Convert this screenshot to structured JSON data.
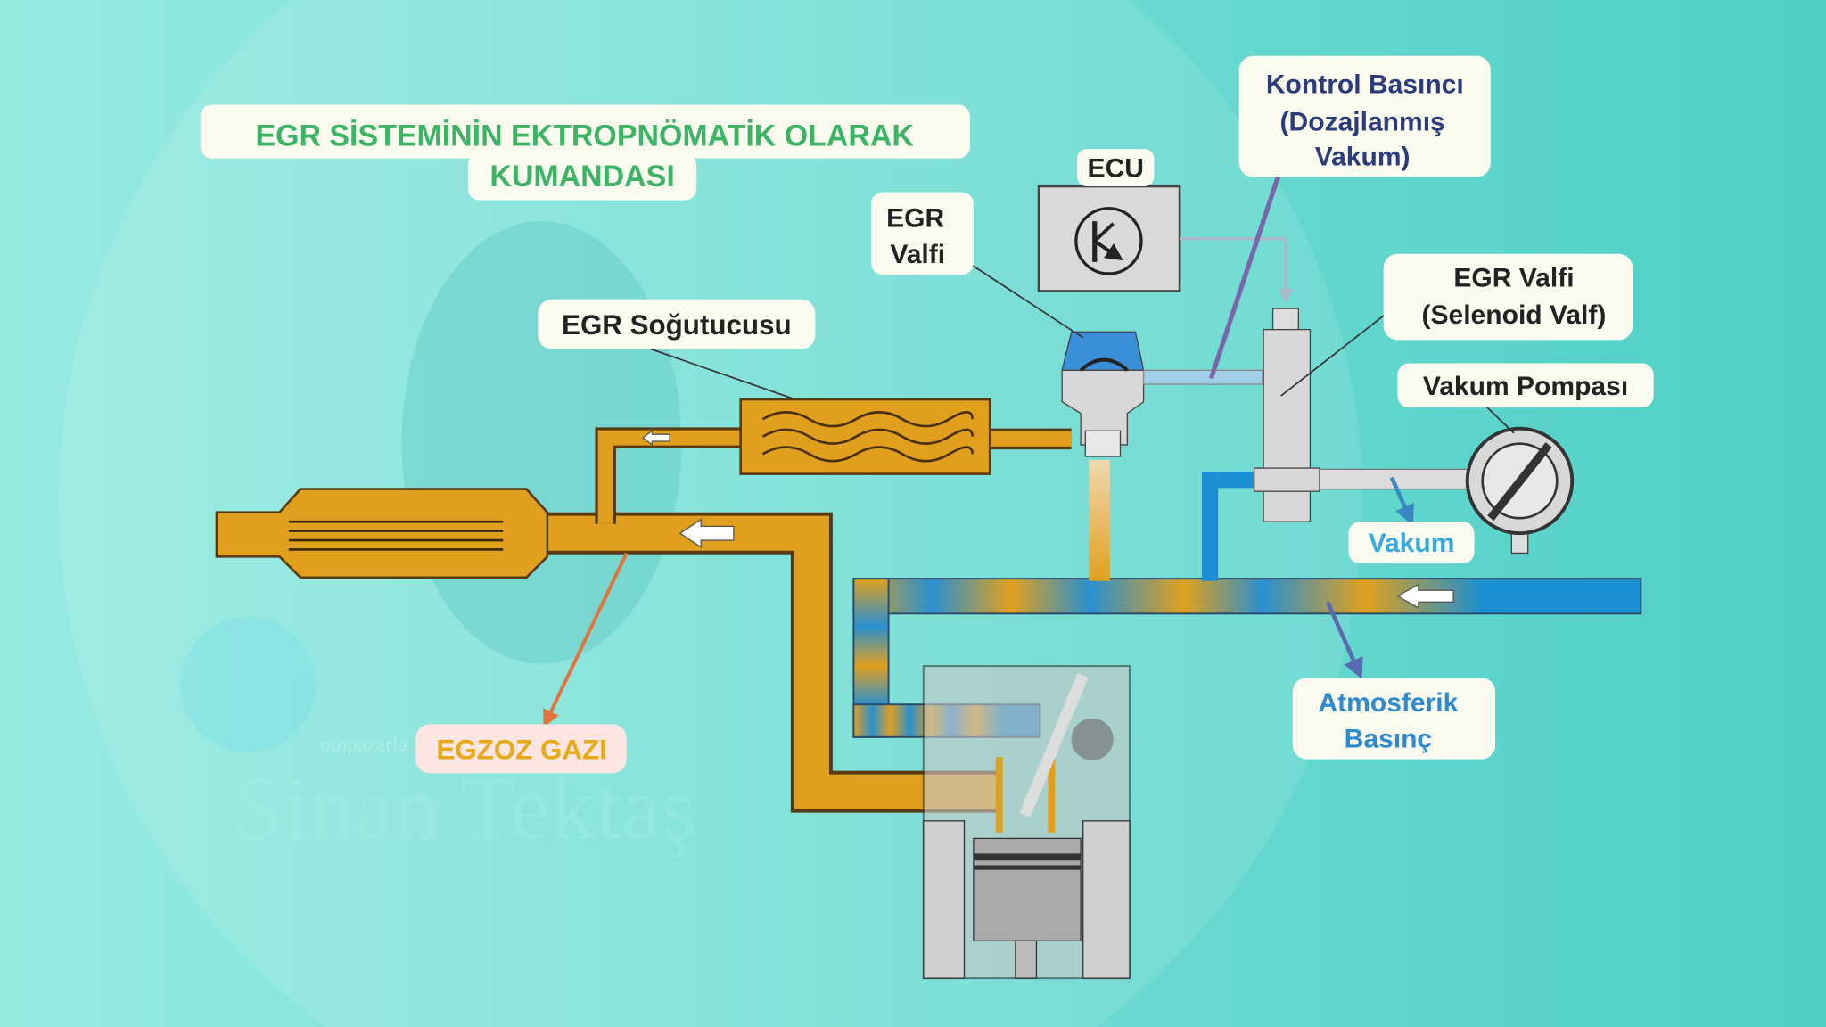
{
  "title": {
    "line1": "EGR SİSTEMİNİN EKTROPNÖMATİK OLARAK",
    "line2": "KUMANDASI"
  },
  "labels": {
    "ecu": "ECU",
    "egr_valve": {
      "line1": "EGR",
      "line2": "Valfi"
    },
    "control_pressure": {
      "line1": "Kontrol Basıncı",
      "line2": "(Dozajlanmış",
      "line3": "Vakum)"
    },
    "solenoid_valve": {
      "line1": "EGR Valfi",
      "line2": "(Selenoid Valf)"
    },
    "vacuum_pump": "Vakum Pompası",
    "vacuum": "Vakum",
    "atmospheric": {
      "line1": "Atmosferik",
      "line2": "Basınç"
    },
    "egr_cooler": "EGR Soğutucusu",
    "exhaust_gas": "EGZOZ GAZI"
  },
  "watermark": {
    "name": "Sinan Tektaş",
    "site": "otopazarla"
  },
  "colors": {
    "title_green": "#3cb465",
    "exhaust_orange": "#e0a01e",
    "intake_blue": "#1a8fd2",
    "control_text": "#2c3b7c",
    "vacuum_text": "#36a9e1",
    "atm_text": "#2f8ad0",
    "exhaust_text": "#e8aa18"
  }
}
